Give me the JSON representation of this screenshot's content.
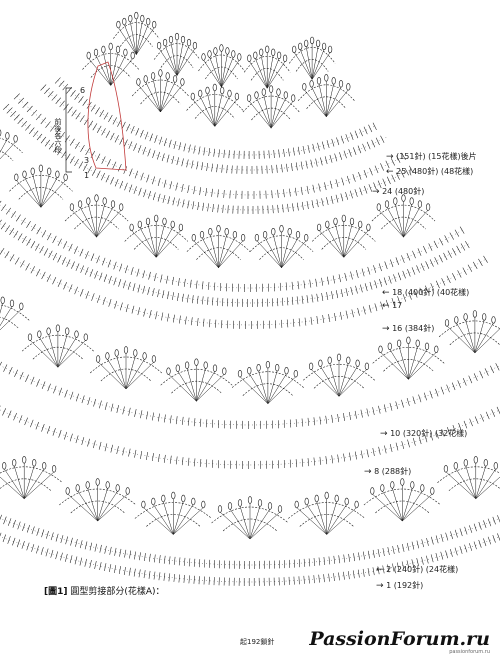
{
  "rows": [
    {
      "id": "r151",
      "label": "(151針) (15花樣)後片"
    },
    {
      "id": "r25",
      "label": "25  (480針) (48花樣)"
    },
    {
      "id": "r24",
      "label": "24  (480針)"
    },
    {
      "id": "r18",
      "label": "18  (400針) (40花樣)"
    },
    {
      "id": "r17",
      "label": "17"
    },
    {
      "id": "r16",
      "label": "16  (384針)"
    },
    {
      "id": "r10",
      "label": "10  (320針) (32花樣)"
    },
    {
      "id": "r8",
      "label": "8  (288針)"
    },
    {
      "id": "r2",
      "label": "2  (240針) (24花樣)"
    },
    {
      "id": "r1",
      "label": "1  (192針)"
    }
  ],
  "side": {
    "label": "前後各六段",
    "num_top": "6",
    "num_mid": "3",
    "num_bot": "1"
  },
  "caption": {
    "prefix": "[圖1]",
    "text": "圓型剪接部分(花樣A)："
  },
  "start_note": "起192鎖針",
  "watermark": "PassionForum.ru",
  "watermark_sub": "passionforum.ru"
}
